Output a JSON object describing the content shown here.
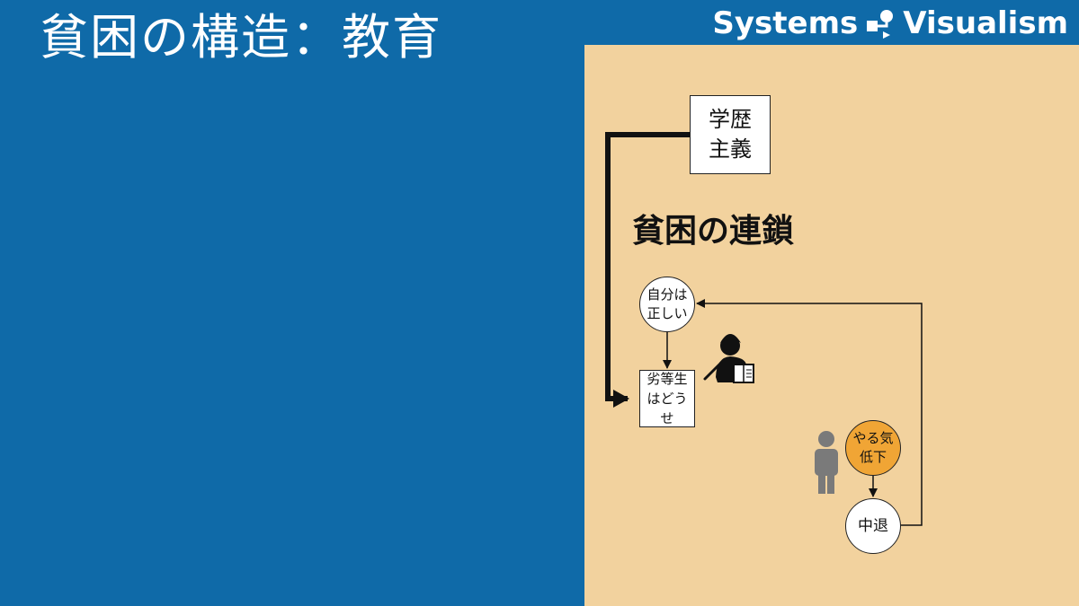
{
  "slide": {
    "title": "貧困の構造：教育"
  },
  "brand": {
    "text": "Systems",
    "text2": "Visualism",
    "logo_icon": "systems-visualism-logo-icon"
  },
  "diagram": {
    "chain_label": "貧困の連鎖",
    "nodes": {
      "gakureki": "学歴主義",
      "jibun": "自分は正しい",
      "retto": "劣等生はどうせ",
      "yaruki": "やる気低下",
      "chutai": "中退"
    },
    "icons": [
      "teacher-icon",
      "student-icon"
    ]
  },
  "colors": {
    "background": "#0f6aa8",
    "panel": "#f2d29e",
    "highlight_node": "#f0a535",
    "person_gray": "#7a7a7a"
  }
}
